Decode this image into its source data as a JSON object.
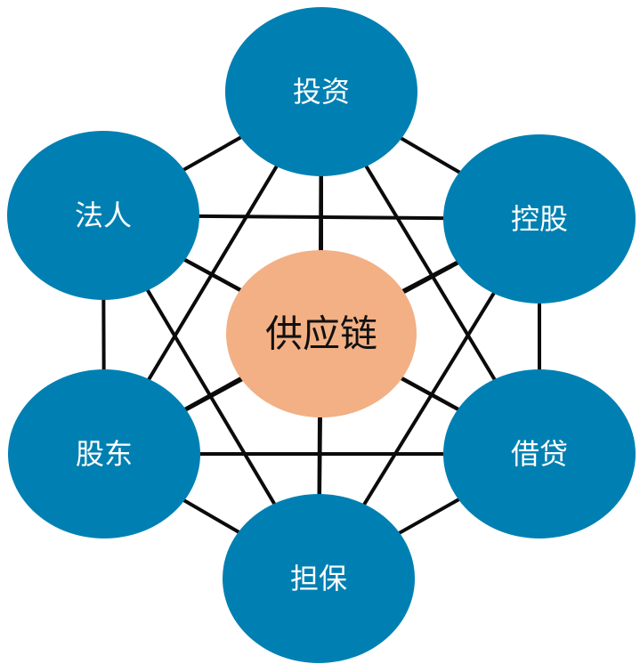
{
  "diagram": {
    "center": {
      "label": "供应链",
      "color": "#f2b084"
    },
    "nodes": [
      {
        "id": "invest",
        "label": "投资"
      },
      {
        "id": "control",
        "label": "控股"
      },
      {
        "id": "lending",
        "label": "借贷"
      },
      {
        "id": "guarantee",
        "label": "担保"
      },
      {
        "id": "shareholder",
        "label": "股东"
      },
      {
        "id": "legal_person",
        "label": "法人"
      }
    ],
    "node_color": "#0080b2",
    "edge_color": "#0b0b0b"
  }
}
